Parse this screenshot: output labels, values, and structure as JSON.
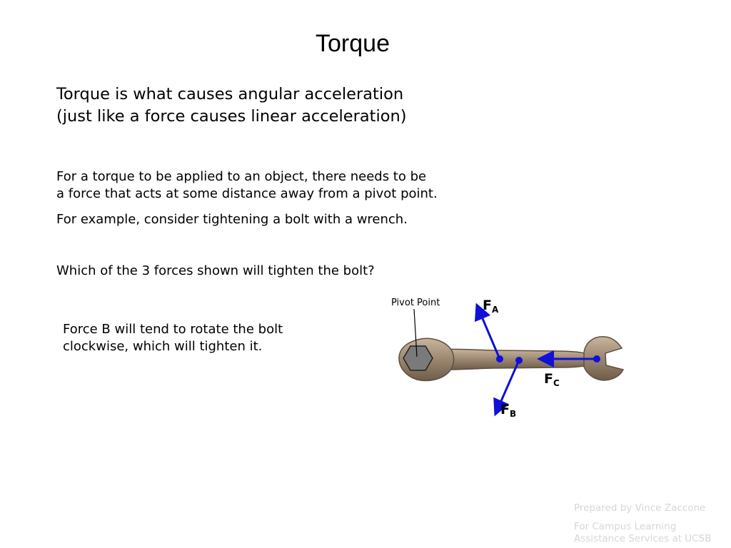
{
  "slide": {
    "title": "Torque",
    "intro_lines": [
      "Torque is what causes angular acceleration",
      "(just like a force causes linear acceleration)"
    ],
    "explanation_lines": [
      "For a torque to be applied to an object, there needs to be",
      "a force that acts at some distance away from a pivot point."
    ],
    "example": "For example, consider tightening a bolt with a wrench.",
    "question": "Which of the 3 forces shown will tighten the bolt?",
    "answer_lines": [
      "Force B will tend to rotate the bolt",
      "clockwise, which will tighten it."
    ]
  },
  "diagram": {
    "pivot_label": "Pivot Point",
    "forces": [
      {
        "letter": "F",
        "sub": "A"
      },
      {
        "letter": "F",
        "sub": "B"
      },
      {
        "letter": "F",
        "sub": "C"
      }
    ],
    "colors": {
      "force_arrow": "#1010d8",
      "bolt_fill": "#7a7a7a",
      "wrench_metal": "#a08b74",
      "wrench_edge": "#5e5040"
    }
  },
  "footer": {
    "credit": "Prepared by Vince Zaccone",
    "org_lines": [
      "For Campus Learning",
      "Assistance Services at UCSB"
    ],
    "color": "#d7d7d7"
  }
}
